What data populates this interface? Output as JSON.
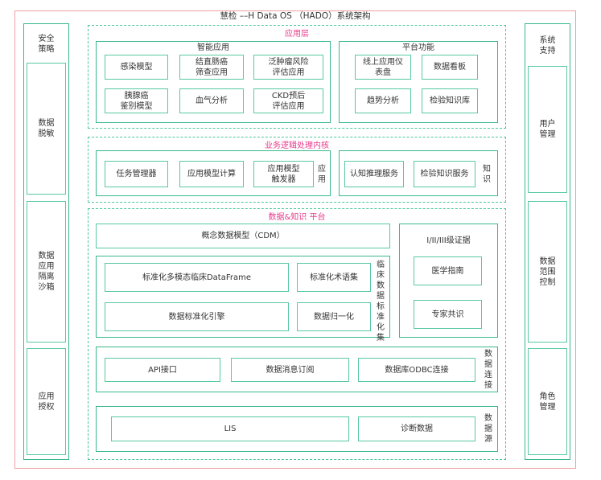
{
  "title": "慧检 ––H Data OS （HADO）系统架构",
  "left": {
    "heading": "安全\n策略",
    "items": [
      "数据\n脱敏",
      "数据\n应用\n隔离\n沙箱",
      "应用\n授权"
    ]
  },
  "right": {
    "heading": "系统\n支持",
    "items": [
      "用户\n管理",
      "数据\n范围\n控制",
      "角色\n管理"
    ]
  },
  "app_layer": {
    "label": "应用层",
    "smart": {
      "title": "智能应用",
      "items": [
        "感染模型",
        "结直肠癌\n筛查应用",
        "泛肿瘤风险\n评估应用",
        "胰腺癌\n鉴别模型",
        "血气分析",
        "CKD预后\n评估应用"
      ]
    },
    "platform": {
      "title": "平台功能",
      "items": [
        "线上应用仪\n表盘",
        "数据看板",
        "趋势分析",
        "检验知识库"
      ]
    }
  },
  "logic_layer": {
    "label": "业务逻辑处理内核",
    "app_group": {
      "items": [
        "任务管理器",
        "应用模型计算",
        "应用模型\n触发器"
      ],
      "side": "应\n用"
    },
    "knowledge_group": {
      "items": [
        "认知推理服务",
        "检验知识服务"
      ],
      "side": "知\n识"
    }
  },
  "data_layer": {
    "label": "数据&知识 平台",
    "cdm": "概念数据模型（CDM）",
    "std": {
      "items": [
        "标准化多模态临床DataFrame",
        "标准化术语集",
        "数据标准化引擎",
        "数据归一化"
      ],
      "side": "临床数据标准化集"
    },
    "evidence": {
      "title": "I/II/III级证据",
      "items": [
        "医学指南",
        "专家共识"
      ]
    },
    "connect": {
      "items": [
        "API接口",
        "数据消息订阅",
        "数据库ODBC连接"
      ],
      "side": "数据连接"
    },
    "source": {
      "items": [
        "LIS",
        "诊断数据"
      ],
      "side": "数据源"
    }
  }
}
